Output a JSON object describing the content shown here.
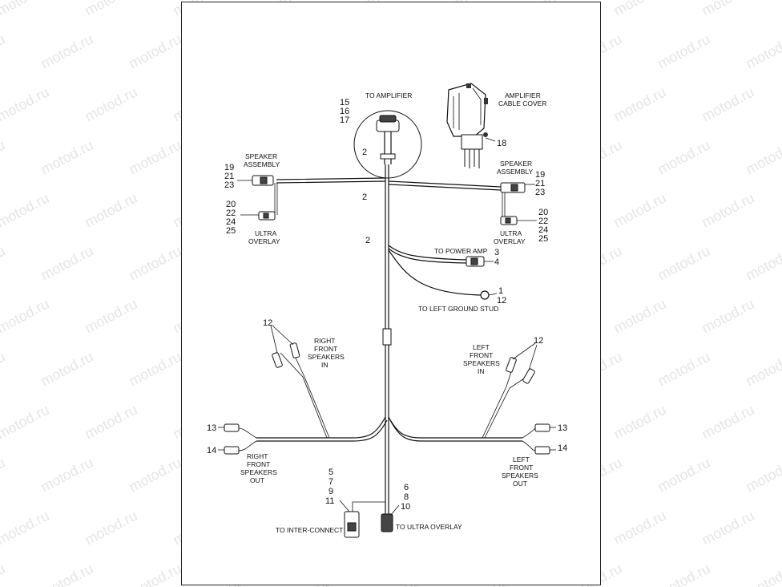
{
  "watermark": "motod.ru",
  "diagram": {
    "labels": {
      "to_amplifier": "TO AMPLIFIER",
      "amp_cover_1": "AMPLIFIER",
      "amp_cover_2": "CABLE COVER",
      "spk_l_1": "SPEAKER",
      "spk_l_2": "ASSEMBLY",
      "spk_r_1": "SPEAKER",
      "spk_r_2": "ASSEMBLY",
      "ultra_l_1": "ULTRA",
      "ultra_l_2": "OVERLAY",
      "ultra_r_1": "ULTRA",
      "ultra_r_2": "OVERLAY",
      "power_amp": "TO POWER AMP",
      "ground": "TO LEFT GROUND STUD",
      "rfsi_1": "RIGHT",
      "rfsi_2": "FRONT",
      "rfsi_3": "SPEAKERS",
      "rfsi_4": "IN",
      "lfsi_1": "LEFT",
      "lfsi_2": "FRONT",
      "lfsi_3": "SPEAKERS",
      "lfsi_4": "IN",
      "rfso_1": "RIGHT",
      "rfso_2": "FRONT",
      "rfso_3": "SPEAKERS",
      "rfso_4": "OUT",
      "lfso_1": "LEFT",
      "lfso_2": "FRONT",
      "lfso_3": "SPEAKERS",
      "lfso_4": "OUT",
      "interconnect": "TO INTER-CONNECT",
      "ultra_overlay": "TO ULTRA OVERLAY"
    },
    "numbers": {
      "n15": "15",
      "n16": "16",
      "n17": "17",
      "n18": "18",
      "n2a": "2",
      "n2b": "2",
      "n2c": "2",
      "n19l": "19",
      "n21l": "21",
      "n23l": "23",
      "n20l": "20",
      "n22l": "22",
      "n24l": "24",
      "n25l": "25",
      "n19r": "19",
      "n21r": "21",
      "n23r": "23",
      "n20r": "20",
      "n22r": "22",
      "n24r": "24",
      "n25r": "25",
      "n3": "3",
      "n4": "4",
      "n1": "1",
      "n12a": "12",
      "n12l": "12",
      "n12r": "12",
      "n13l": "13",
      "n14l": "14",
      "n13r": "13",
      "n14r": "14",
      "n5": "5",
      "n7": "7",
      "n9": "9",
      "n11": "11",
      "n6": "6",
      "n8": "8",
      "n10": "10"
    }
  }
}
